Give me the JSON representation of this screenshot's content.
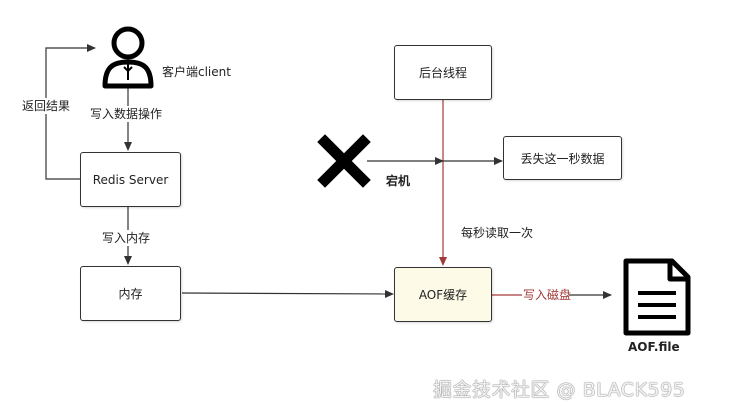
{
  "nodes": {
    "client_label": "客户端client",
    "redis_server": "Redis Server",
    "memory": "内存",
    "background_thread": "后台线程",
    "aof_buffer": "AOF缓存",
    "lose_data": "丢失这一秒数据",
    "aof_file": "AOF.file"
  },
  "edges": {
    "return_result": "返回结果",
    "write_data_op": "写入数据操作",
    "write_memory": "写入内存",
    "crash": "宕机",
    "read_every_second": "每秒读取一次",
    "write_disk": "写入磁盘"
  },
  "watermark": "掘金技术社区 @ BLACK595",
  "colors": {
    "box_border": "#333333",
    "aof_fill": "#fdfbe8",
    "red_line": "#a33a3a",
    "arrow": "#333333"
  }
}
